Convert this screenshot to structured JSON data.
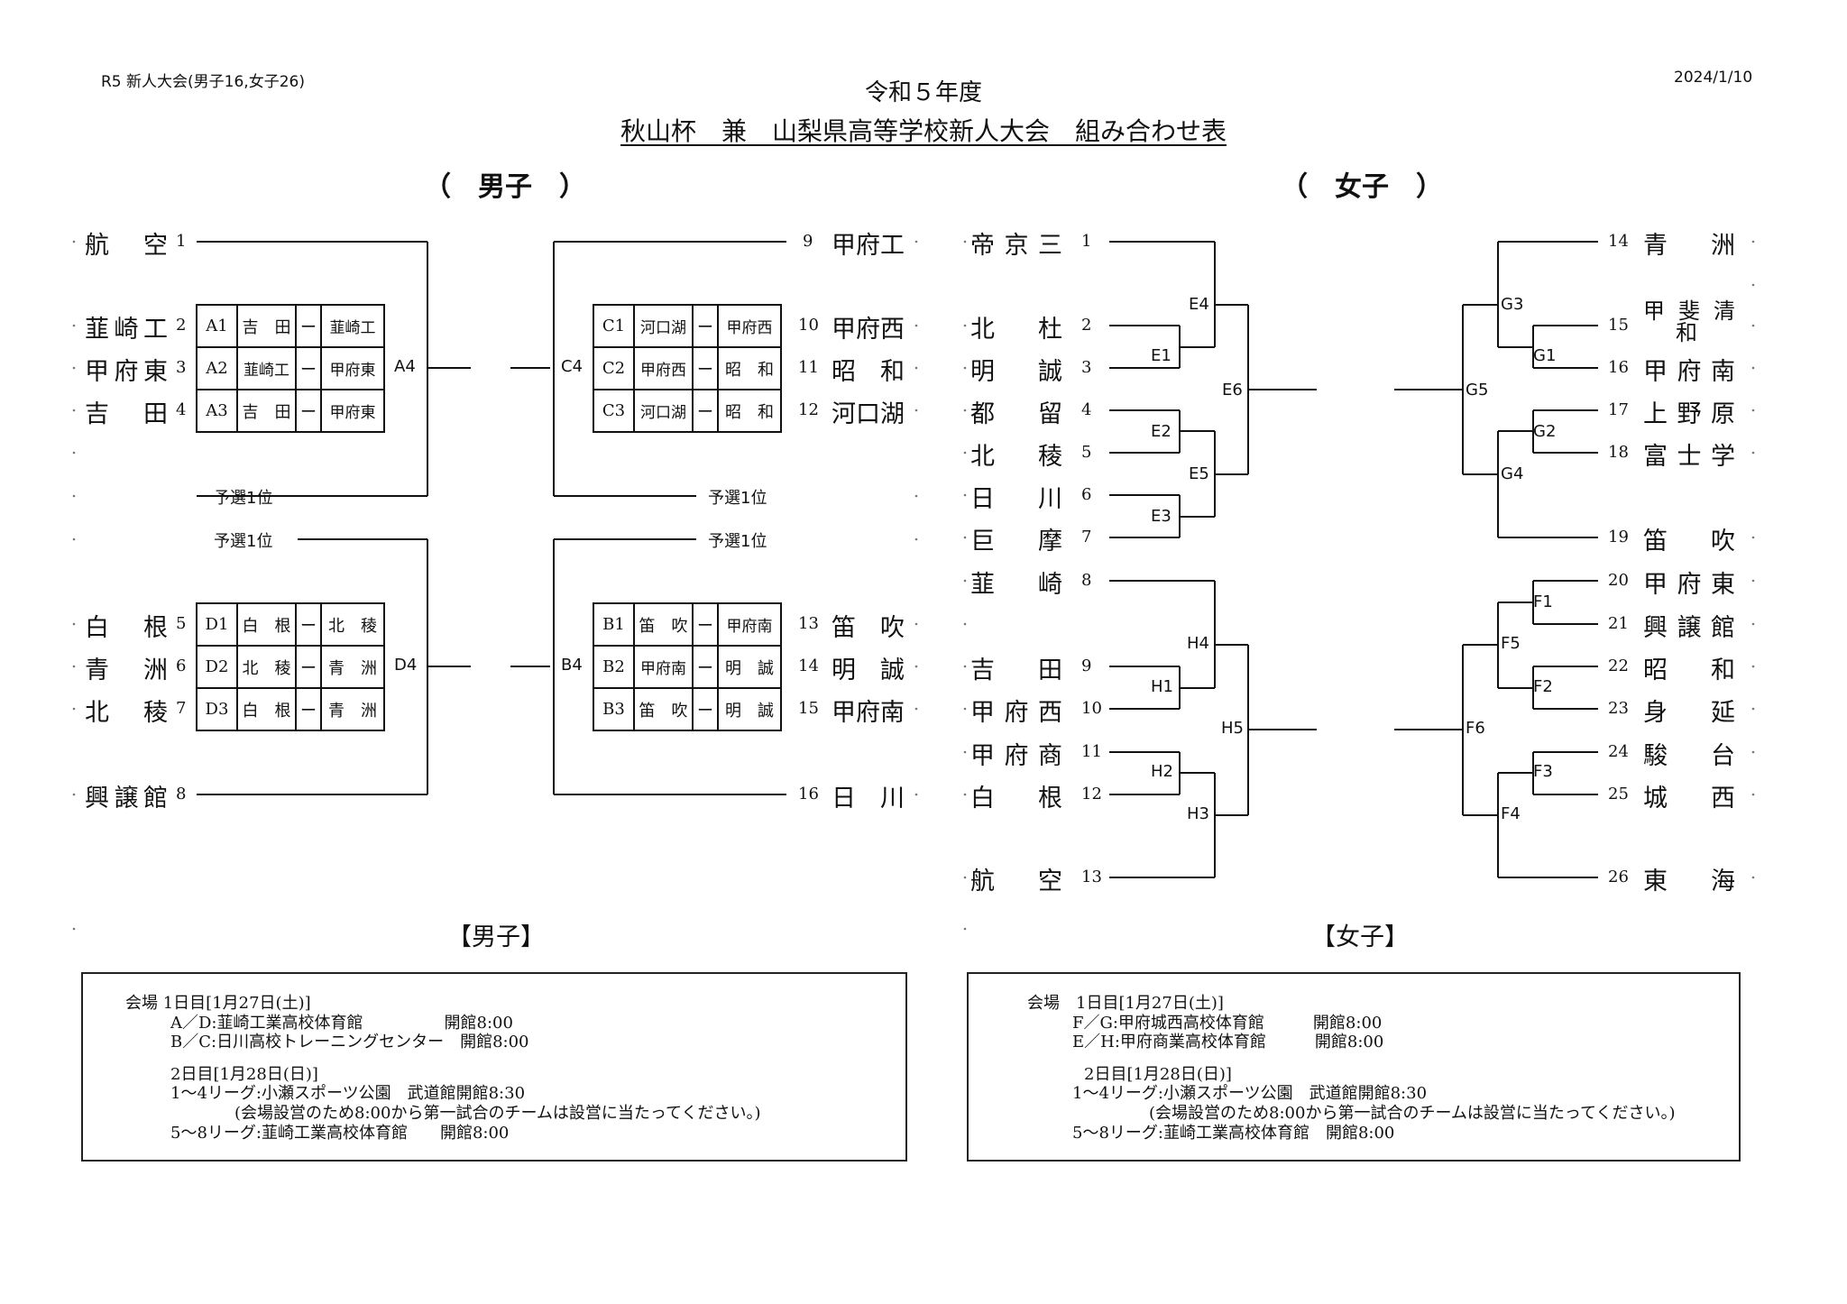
{
  "header": {
    "doc_code": "R5 新人大会(男子16,女子26)",
    "date": "2024/1/10",
    "title_line1": "令和５年度",
    "title_line2": "秋山杯　兼　山梨県高等学校新人大会　組み合わせ表"
  },
  "men": {
    "header": "（　男子　）",
    "footer_label": "【男子】",
    "left_teams": [
      {
        "name": "航　空",
        "seed": "1"
      },
      {
        "name": "韮崎工",
        "seed": "2"
      },
      {
        "name": "甲府東",
        "seed": "3"
      },
      {
        "name": "吉　田",
        "seed": "4"
      },
      {
        "name": "白　根",
        "seed": "5"
      },
      {
        "name": "青　洲",
        "seed": "6"
      },
      {
        "name": "北　稜",
        "seed": "7"
      },
      {
        "name": "興譲館",
        "seed": "8"
      }
    ],
    "right_teams": [
      {
        "name": "甲府工",
        "seed": "9"
      },
      {
        "name": "甲府西",
        "seed": "10"
      },
      {
        "name": "昭　和",
        "seed": "11"
      },
      {
        "name": "河口湖",
        "seed": "12"
      },
      {
        "name": "笛　吹",
        "seed": "13"
      },
      {
        "name": "明　誠",
        "seed": "14"
      },
      {
        "name": "甲府南",
        "seed": "15"
      },
      {
        "name": "日　川",
        "seed": "16"
      }
    ],
    "leagues": {
      "A": [
        [
          "A1",
          "吉　田",
          "ー",
          "韮崎工"
        ],
        [
          "A2",
          "韮崎工",
          "ー",
          "甲府東"
        ],
        [
          "A3",
          "吉　田",
          "ー",
          "甲府東"
        ]
      ],
      "C": [
        [
          "C1",
          "河口湖",
          "ー",
          "甲府西"
        ],
        [
          "C2",
          "甲府西",
          "ー",
          "昭　和"
        ],
        [
          "C3",
          "河口湖",
          "ー",
          "昭　和"
        ]
      ],
      "D": [
        [
          "D1",
          "白　根",
          "ー",
          "北　稜"
        ],
        [
          "D2",
          "北　稜",
          "ー",
          "青　洲"
        ],
        [
          "D3",
          "白　根",
          "ー",
          "青　洲"
        ]
      ],
      "B": [
        [
          "B1",
          "笛　吹",
          "ー",
          "甲府南"
        ],
        [
          "B2",
          "甲府南",
          "ー",
          "明　誠"
        ],
        [
          "B3",
          "笛　吹",
          "ー",
          "明　誠"
        ]
      ]
    },
    "labels": {
      "A4": "A4",
      "C4": "C4",
      "D4": "D4",
      "B4": "B4",
      "qualifier": "予選1位"
    }
  },
  "women": {
    "header": "（　女子　）",
    "footer_label": "【女子】",
    "left_teams": [
      {
        "name": "帝京三",
        "seed": "1"
      },
      {
        "name": "北　杜",
        "seed": "2"
      },
      {
        "name": "明　誠",
        "seed": "3"
      },
      {
        "name": "都　留",
        "seed": "4"
      },
      {
        "name": "北　稜",
        "seed": "5"
      },
      {
        "name": "日　川",
        "seed": "6"
      },
      {
        "name": "巨　摩",
        "seed": "7"
      },
      {
        "name": "韮　崎",
        "seed": "8"
      },
      {
        "name": "吉　田",
        "seed": "9"
      },
      {
        "name": "甲府西",
        "seed": "10"
      },
      {
        "name": "甲府商",
        "seed": "11"
      },
      {
        "name": "白　根",
        "seed": "12"
      },
      {
        "name": "航　空",
        "seed": "13"
      }
    ],
    "right_teams": [
      {
        "name": "青　洲",
        "seed": "14"
      },
      {
        "name": "甲斐清和",
        "seed": "15"
      },
      {
        "name": "甲府南",
        "seed": "16"
      },
      {
        "name": "上野原",
        "seed": "17"
      },
      {
        "name": "富士学",
        "seed": "18"
      },
      {
        "name": "笛　吹",
        "seed": "19"
      },
      {
        "name": "甲府東",
        "seed": "20"
      },
      {
        "name": "興譲館",
        "seed": "21"
      },
      {
        "name": "昭　和",
        "seed": "22"
      },
      {
        "name": "身　延",
        "seed": "23"
      },
      {
        "name": "駿　台",
        "seed": "24"
      },
      {
        "name": "城　西",
        "seed": "25"
      },
      {
        "name": "東　海",
        "seed": "26"
      }
    ],
    "labels": {
      "E1": "E1",
      "E2": "E2",
      "E3": "E3",
      "E4": "E4",
      "E5": "E5",
      "E6": "E6",
      "H1": "H1",
      "H2": "H2",
      "H3": "H3",
      "H4": "H4",
      "H5": "H5",
      "G1": "G1",
      "G2": "G2",
      "G3": "G3",
      "G4": "G4",
      "G5": "G5",
      "F1": "F1",
      "F2": "F2",
      "F3": "F3",
      "F4": "F4",
      "F5": "F5",
      "F6": "F6"
    }
  },
  "men_info": {
    "lines": [
      "会場  1日目[1月27日(土)]",
      "A／D:韮崎工業高校体育館　　　　　開館8:00",
      "B／C:日川高校トレーニングセンター　開館8:00",
      "2日目[1月28日(日)]",
      "1～4リーグ:小瀬スポーツ公園　武道館開館8:30",
      "(会場設営のため8:00から第一試合のチームは設営に当たってください。)",
      "5～8リーグ:韮崎工業高校体育館　　開館8:00"
    ]
  },
  "women_info": {
    "lines": [
      "会場　1日目[1月27日(土)]",
      "F／G:甲府城西高校体育館　　　開館8:00",
      "E／H:甲府商業高校体育館　　　開館8:00",
      "2日目[1月28日(日)]",
      "1～4リーグ:小瀬スポーツ公園　武道館開館8:30",
      "(会場設営のため8:00から第一試合のチームは設営に当たってください。)",
      "5～8リーグ:韮崎工業高校体育館　開館8:00"
    ]
  }
}
